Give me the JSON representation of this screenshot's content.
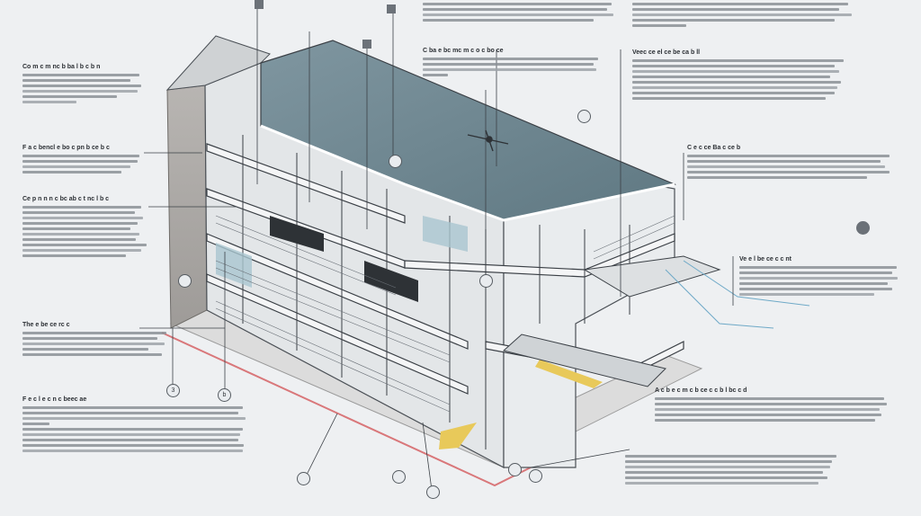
{
  "annotations": {
    "left": [
      {
        "heading": "Co m c m nc b  ba l b c b n"
      },
      {
        "heading": "F a c  bencl e  bo c  pn b ce b c"
      },
      {
        "heading": "Ce p n  n n c  bc ab c t  nc l b c"
      },
      {
        "heading": "The e  be ce rc c"
      },
      {
        "heading": "F e c l e  c n c  beec ae"
      }
    ],
    "top": [
      {
        "heading": "C  ba e  bc mc m c  o c  bo ce"
      }
    ],
    "right": [
      {
        "heading": "Veec ce el ce  be ca  b ll"
      },
      {
        "heading": "C e c ce  Ba c ce b"
      },
      {
        "heading": "Ve e l  be ce c c  nt"
      },
      {
        "heading": "A c  b e  c m c  b ce  c c  b l  bc c d"
      }
    ]
  },
  "callouts": [
    "3",
    "b"
  ],
  "colors": {
    "background": "#eef0f2",
    "roof_glass": "#6f8791",
    "accent_yellow": "#e8c95a",
    "accent_red": "#d9777a",
    "line": "#3b4046"
  }
}
